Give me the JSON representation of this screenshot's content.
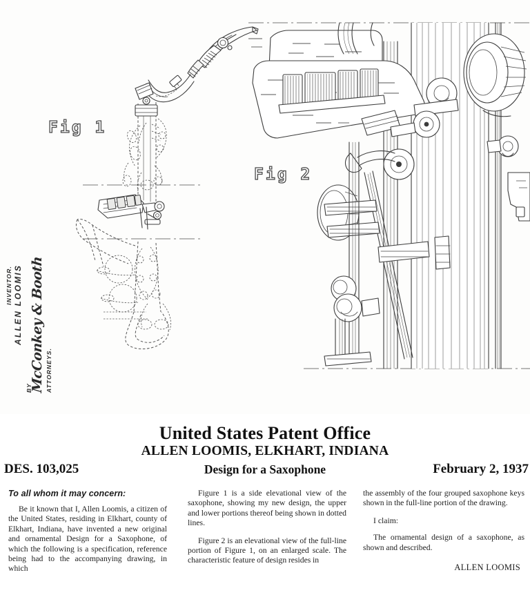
{
  "document": {
    "type": "United States Design Patent",
    "sheet_background": "#fdfdfc"
  },
  "drawing": {
    "fig1_caption": "Fig 1",
    "fig2_caption": "Fig 2",
    "signature_block": {
      "inventor_label": "INVENTOR.",
      "inventor_name": "ALLEN LOOMIS",
      "by_label": "BY",
      "attorney_signature": "McConkey & Booth",
      "attorney_label": "ATTORNEYS."
    },
    "ink_color": "#3c3c3c"
  },
  "masthead": {
    "office_title": "United States Patent Office",
    "inventor_line": "ALLEN LOOMIS, ELKHART, INDIANA",
    "patent_number": "DES. 103,025",
    "design_title": "Design for a Saxophone",
    "patent_date": "February 2, 1937"
  },
  "body": {
    "salutation": "To all whom it may concern:",
    "column_1": [
      "Be it known that I, Allen Loomis, a citizen of the United States, residing in Elkhart, county of Elkhart, Indiana, have invented a new original and ornamental Design for a Saxophone, of which the following is a specification, reference being had to the accompanying drawing, in which"
    ],
    "column_2": [
      "Figure 1 is a side elevational view of the saxophone, showing my new design, the upper and lower portions thereof being shown in dotted lines.",
      "Figure 2 is an elevational view of the full-line portion of Figure 1, on an enlarged scale. The characteristic feature of design resides in"
    ],
    "column_3": [
      "the assembly of the four grouped saxophone keys shown in the full-line portion of the drawing."
    ],
    "claim_lead": "I claim:",
    "claim_text": "The ornamental design of a saxophone, as shown and described.",
    "closing_signature": "ALLEN LOOMIS"
  }
}
